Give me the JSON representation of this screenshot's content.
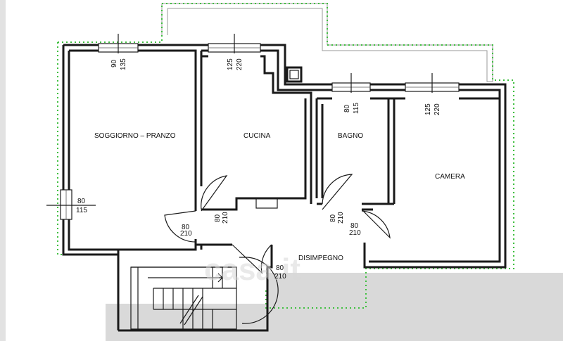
{
  "rooms": {
    "soggiorno": "SOGGIORNO – PRANZO",
    "cucina": "CUCINA",
    "bagno": "BAGNO",
    "camera": "CAMERA",
    "disimpegno": "DISIMPEGNO"
  },
  "windows": {
    "soggiorno": {
      "w": "90",
      "h": "135"
    },
    "cucina": {
      "w": "125",
      "h": "220"
    },
    "bagno": {
      "w": "80",
      "h": "115"
    },
    "camera": {
      "w": "125",
      "h": "220"
    },
    "soggiorno_side": {
      "w": "80",
      "h": "115"
    }
  },
  "doors": {
    "soggiorno": {
      "w": "80",
      "h": "210"
    },
    "cucina": {
      "w": "80",
      "h": "210"
    },
    "bagno": {
      "w": "80",
      "h": "210"
    },
    "camera": {
      "w": "80",
      "h": "210"
    },
    "ingresso": {
      "w": "80",
      "h": "210"
    }
  },
  "watermark": "casa.it",
  "colors": {
    "outline_dots": "#3fbf3f",
    "wall": "#1a1a1a",
    "ground": "#d9d9d9"
  }
}
